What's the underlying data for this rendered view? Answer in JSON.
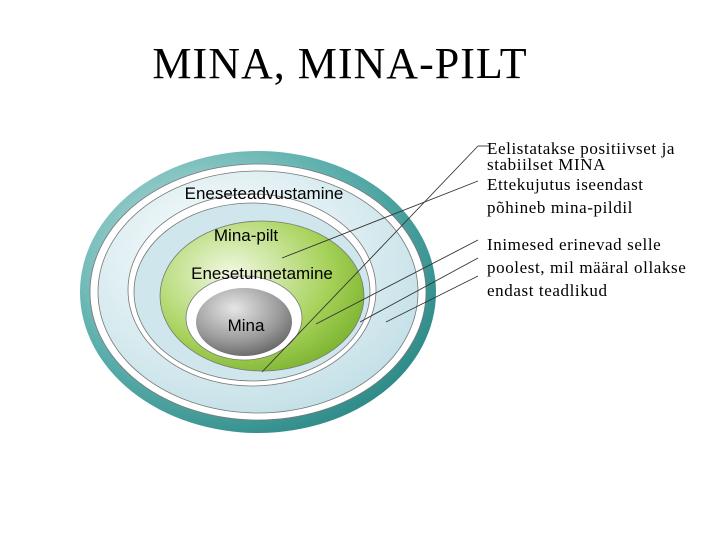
{
  "title": "MINA, MINA-PILT",
  "rings": {
    "outer": "Eneseteadvustamine",
    "second": "Mina-pilt",
    "third": "Enesetunnetamine",
    "core": "Mina"
  },
  "notes": [
    {
      "line1": "Eelistatakse positiivset ja",
      "line2": "stabiilset MINA"
    },
    {
      "line1": "Ettekujutus iseendast",
      "line2": "põhineb mina-pildil"
    },
    {
      "line1": "Inimesed erinevad selle",
      "line2": "poolest, mil määral ollakse",
      "line3": "endast teadlikud"
    }
  ],
  "colors": {
    "outer_ring": "#3a9a98",
    "second_ring": "#dcecef",
    "third_ring": "#c6e2ea",
    "green_ring": "#8fc43c",
    "core": "#8a8a8a"
  }
}
